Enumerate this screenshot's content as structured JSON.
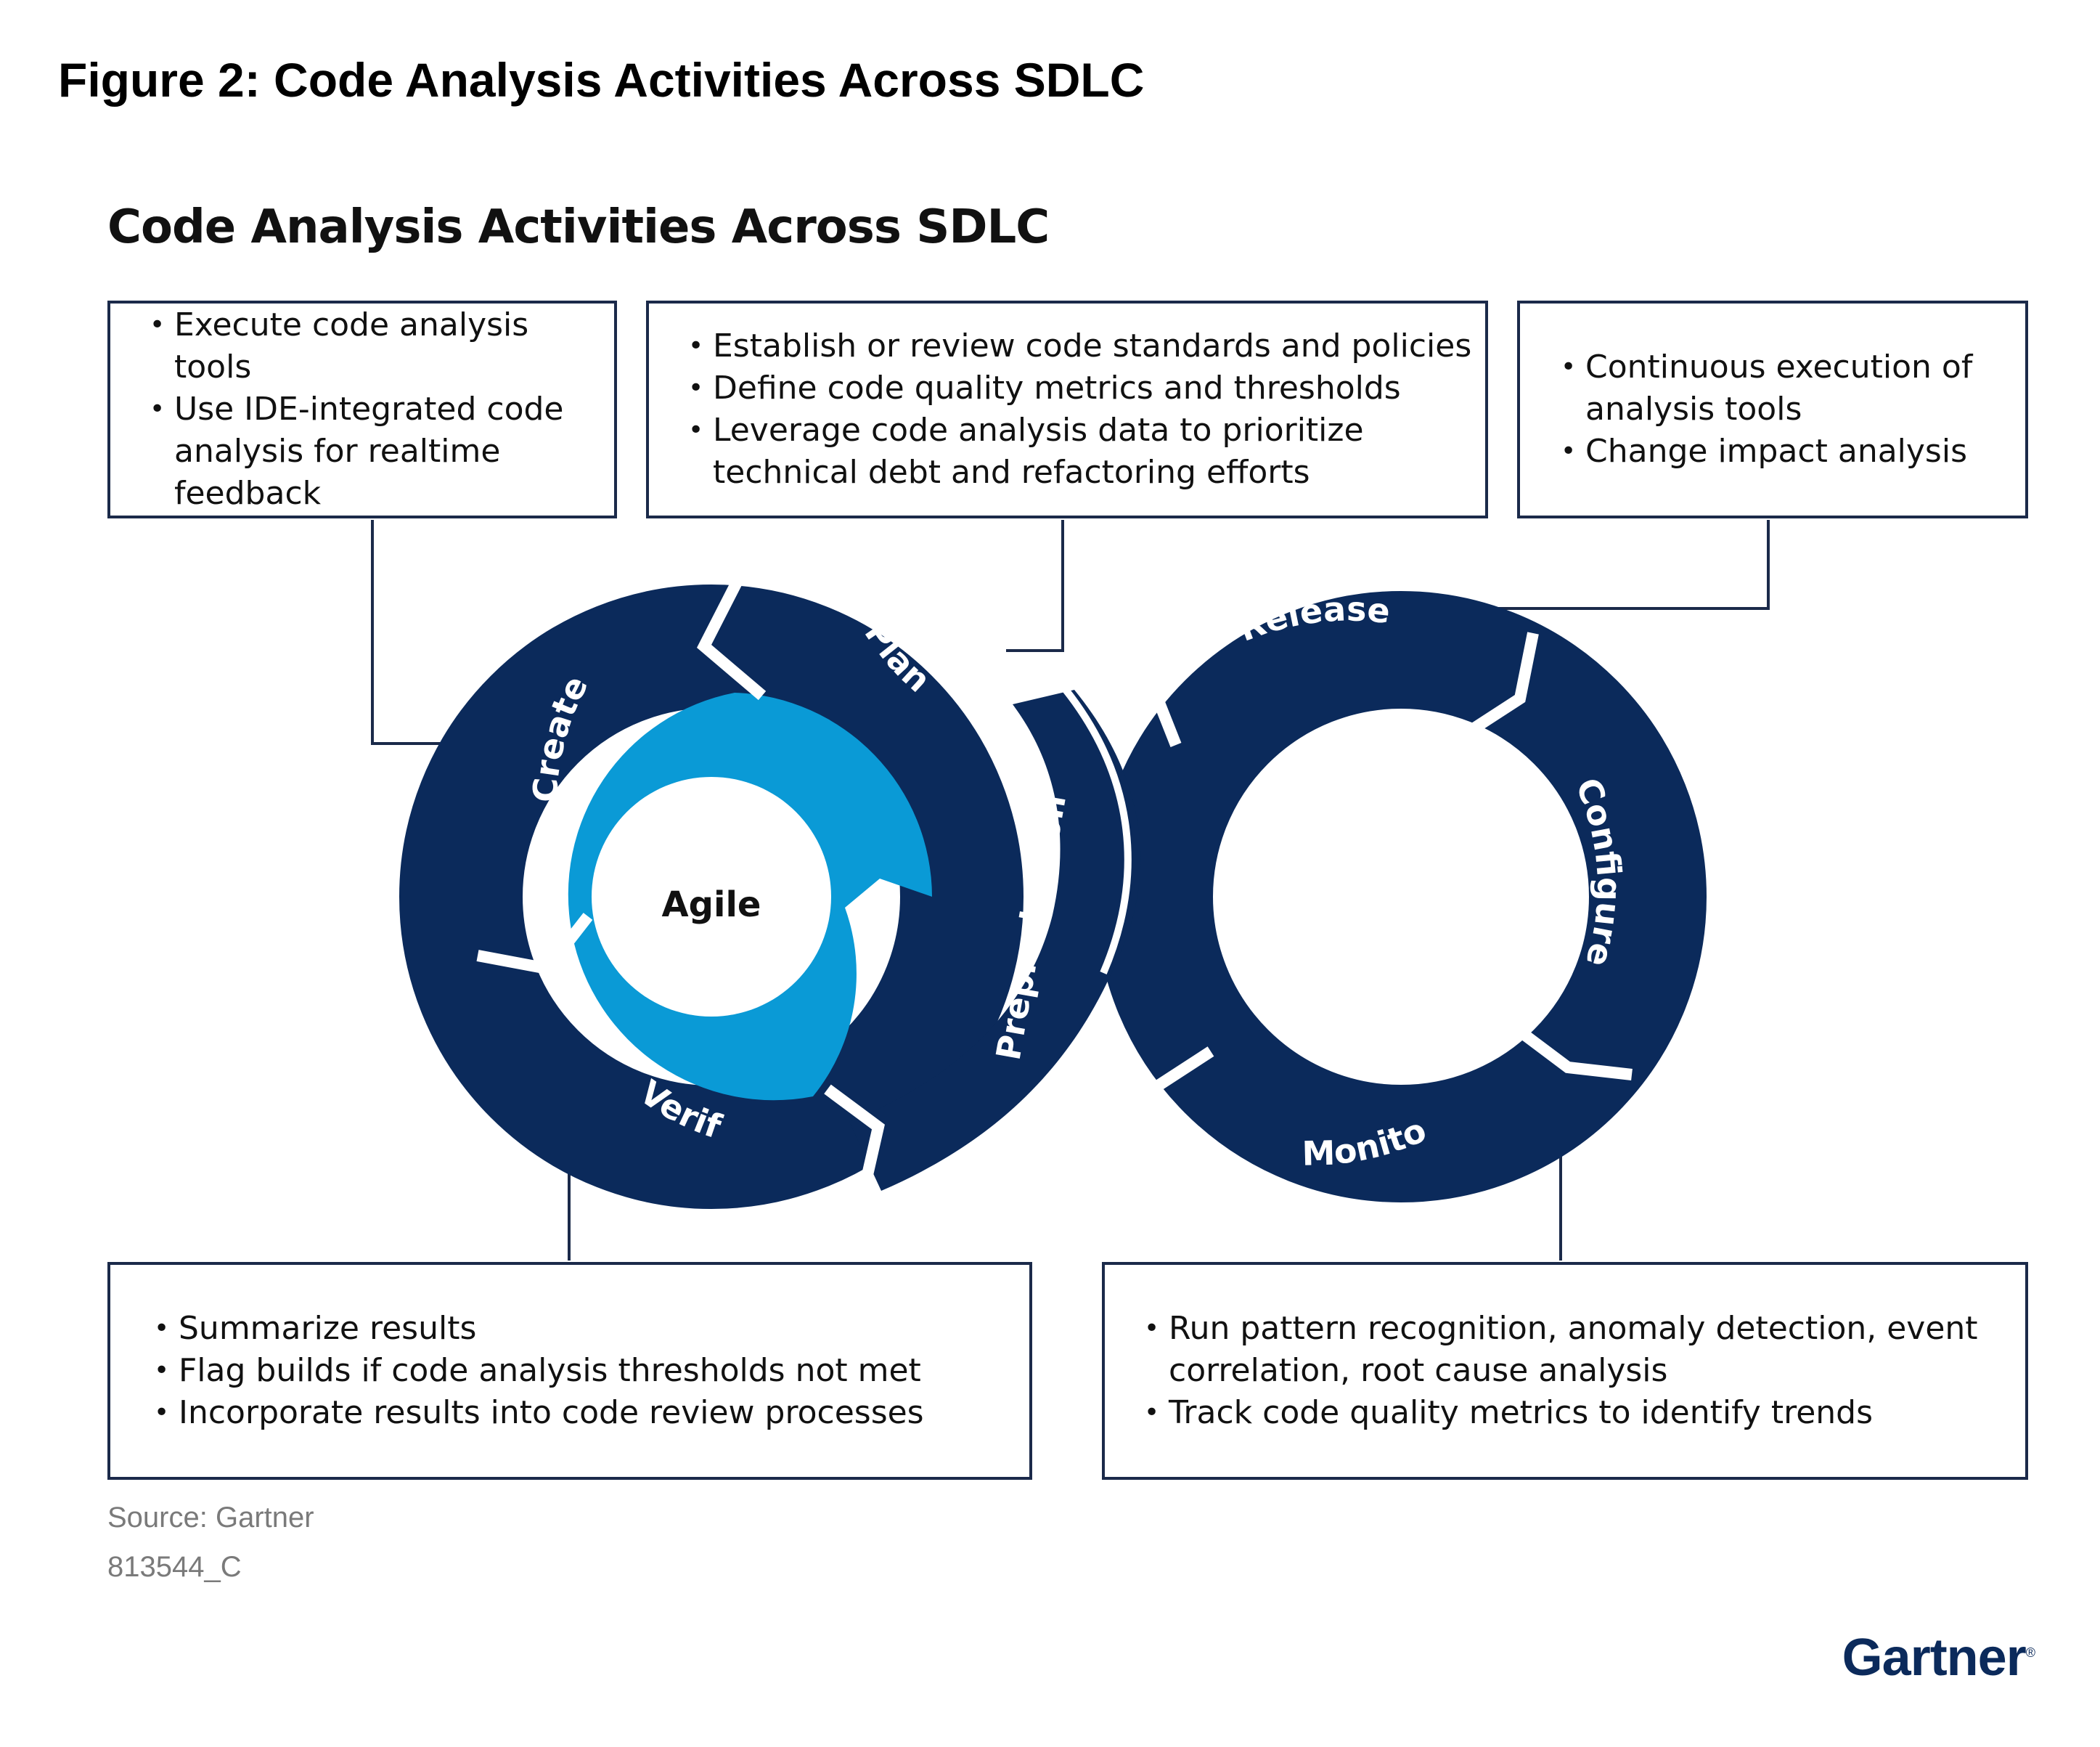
{
  "figure_title": "Figure 2: Code Analysis Activities Across SDLC",
  "diagram_title": "Code Analysis Activities Across SDLC",
  "boxes": {
    "create": [
      "Execute code analysis tools",
      "Use IDE-integrated code analysis for realtime feedback"
    ],
    "plan": [
      "Establish or review code standards and policies",
      "Define code quality metrics and thresholds",
      "Leverage code analysis data to prioritize technical debt and refactoring efforts"
    ],
    "release": [
      "Continuous execution of analysis tools",
      "Change impact analysis"
    ],
    "verify": [
      "Summarize results",
      "Flag builds if code analysis thresholds not met",
      "Incorporate results into code review processes"
    ],
    "monitor": [
      "Run pattern recognition, anomaly detection, event correlation, root cause analysis",
      "Track code quality metrics to identify trends"
    ]
  },
  "loop": {
    "center_label": "Agile",
    "stages": {
      "create": "Create",
      "plan": "Plan",
      "preproduction": "Preproduction",
      "verify": "Verify",
      "release": "Release",
      "configure": "Configure",
      "monitor": "Monitor"
    },
    "colors": {
      "dark": "#0b2a5b",
      "light": "#0a9ad6"
    }
  },
  "source": "Source: Gartner",
  "figure_code": "813544_C",
  "logo": "Gartner",
  "logo_mark": "®"
}
